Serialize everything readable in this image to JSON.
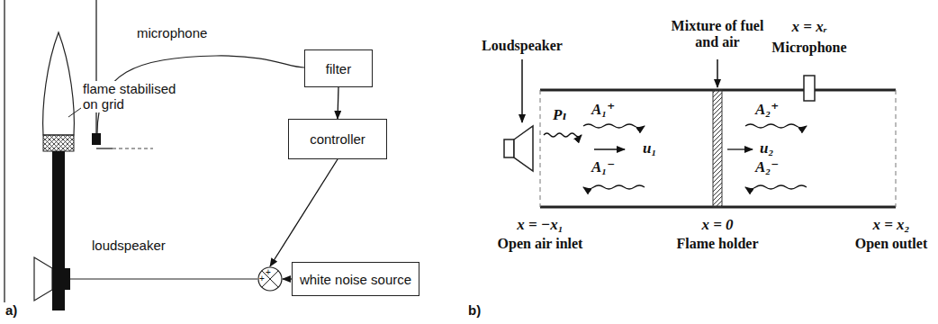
{
  "diagram": {
    "nodes": [
      {
        "text": [
          "filter"
        ]
      },
      {
        "text": [
          "controller"
        ]
      },
      {
        "text": [
          "+",
          "+"
        ]
      },
      {
        "text": [
          "white noise source"
        ]
      }
    ],
    "edges": [
      {
        "from": 0,
        "to": 1,
        "arrow": "to"
      },
      {
        "from": 1,
        "to": 2,
        "arrow": "to"
      },
      {
        "from": 3,
        "to": 2,
        "arrow": "to"
      }
    ],
    "labels": [
      "flame stabilised on grid",
      "microphone",
      "loudspeaker",
      "a)",
      "Loudspeaker",
      "Pₗ",
      "A₁⁺",
      "u₁",
      "A₁⁻",
      "Mixture of fuel and air",
      "A₂⁺",
      "u₂",
      "A₂⁻",
      "x = xᵣ",
      "Microphone",
      "x = −x₁",
      "Open air inlet",
      "x = 0",
      "Flame holder",
      "x = x₂",
      "Open outlet",
      "b)"
    ]
  }
}
